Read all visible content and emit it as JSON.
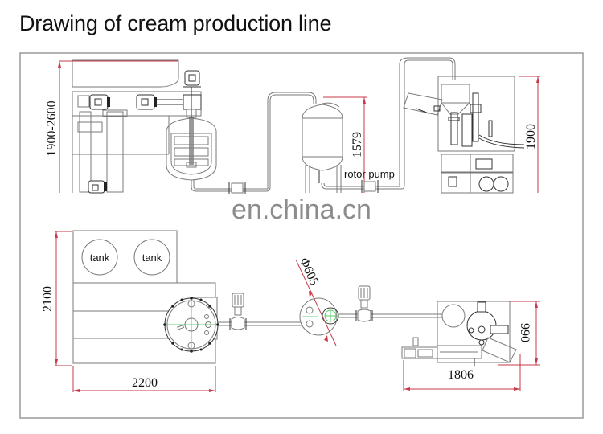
{
  "title": "Drawing of cream production line",
  "watermark": "en.china.cn",
  "elevation_view": {
    "dimensions": {
      "mixer_height": "1900-2600",
      "storage_tank_height": "1579",
      "filler_height": "1900"
    },
    "labels": {
      "pump": "rotor pump"
    }
  },
  "plan_view": {
    "dimensions": {
      "mixer_platform_depth": "2100",
      "mixer_platform_width": "2200",
      "storage_tank_diameter": "Φ605",
      "filler_length": "1806",
      "filler_width": "990"
    },
    "labels": {
      "tank_1": "tank",
      "tank_2": "tank"
    }
  },
  "colors": {
    "dimension_line": "#c8394a",
    "centerline": "#33c24a",
    "drawing_line": "#7a7a7a"
  }
}
